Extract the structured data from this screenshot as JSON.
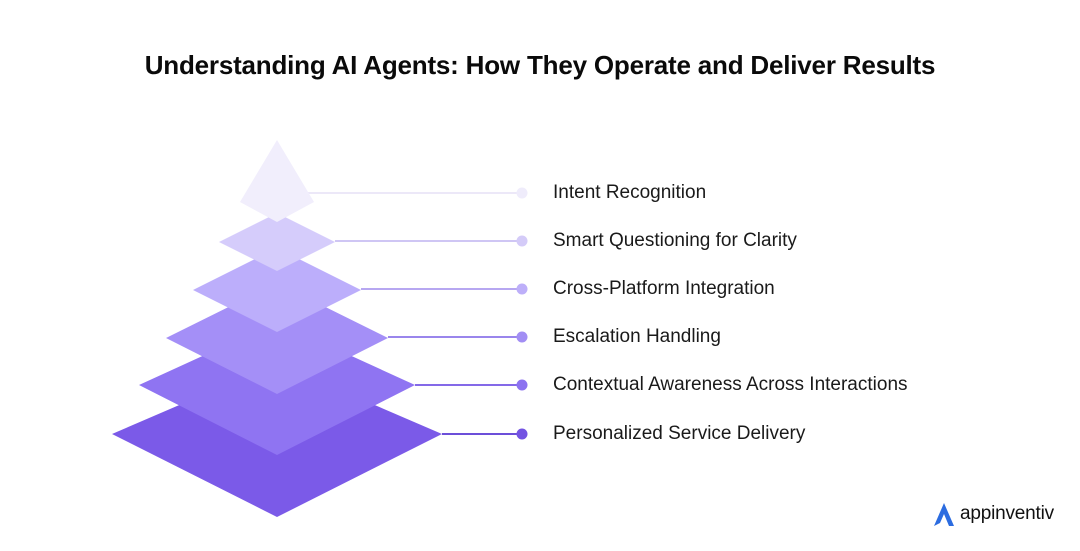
{
  "title": "Understanding AI Agents: How They Operate and Deliver Results",
  "layers": [
    {
      "label": "Intent Recognition",
      "face": "#f1eefc",
      "dot": "#efecfb",
      "line": "#ece8f8"
    },
    {
      "label": "Smart Questioning for Clarity",
      "face": "#d5ccfb",
      "dot": "#d4cbf8",
      "line": "#cfc6f4"
    },
    {
      "label": "Cross-Platform Integration",
      "face": "#bcaefb",
      "dot": "#bdaff9",
      "line": "#b7a7f1"
    },
    {
      "label": "Escalation Handling",
      "face": "#a48ff7",
      "dot": "#a28ef4",
      "line": "#9a86ec"
    },
    {
      "label": "Contextual Awareness Across Interactions",
      "face": "#8f74f2",
      "dot": "#8c72f0",
      "line": "#8469e8"
    },
    {
      "label": "Personalized Service Delivery",
      "face": "#7b5ae8",
      "dot": "#7353e2",
      "line": "#6c4fd9"
    }
  ],
  "brand": {
    "name": "appinventiv",
    "color": "#2c6ce0"
  }
}
